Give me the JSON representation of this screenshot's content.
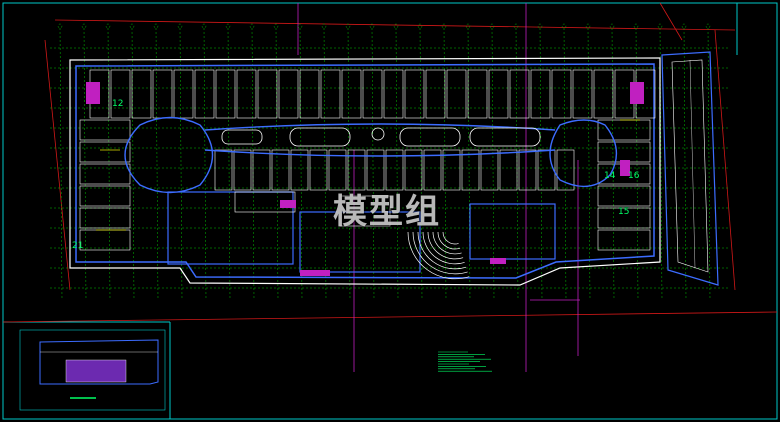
{
  "drawing": {
    "watermark": "模型组",
    "room_numbers": [
      "12",
      "14",
      "15",
      "16",
      "21"
    ]
  },
  "colors": {
    "background": "#000000",
    "frame": "#00c8c8",
    "grid": "#00ff00",
    "walls": "#3c6cff",
    "rooms": "#ffffff",
    "accent": "#ff3cff",
    "notes": "#00ff66",
    "axis_red": "#ff2020"
  }
}
